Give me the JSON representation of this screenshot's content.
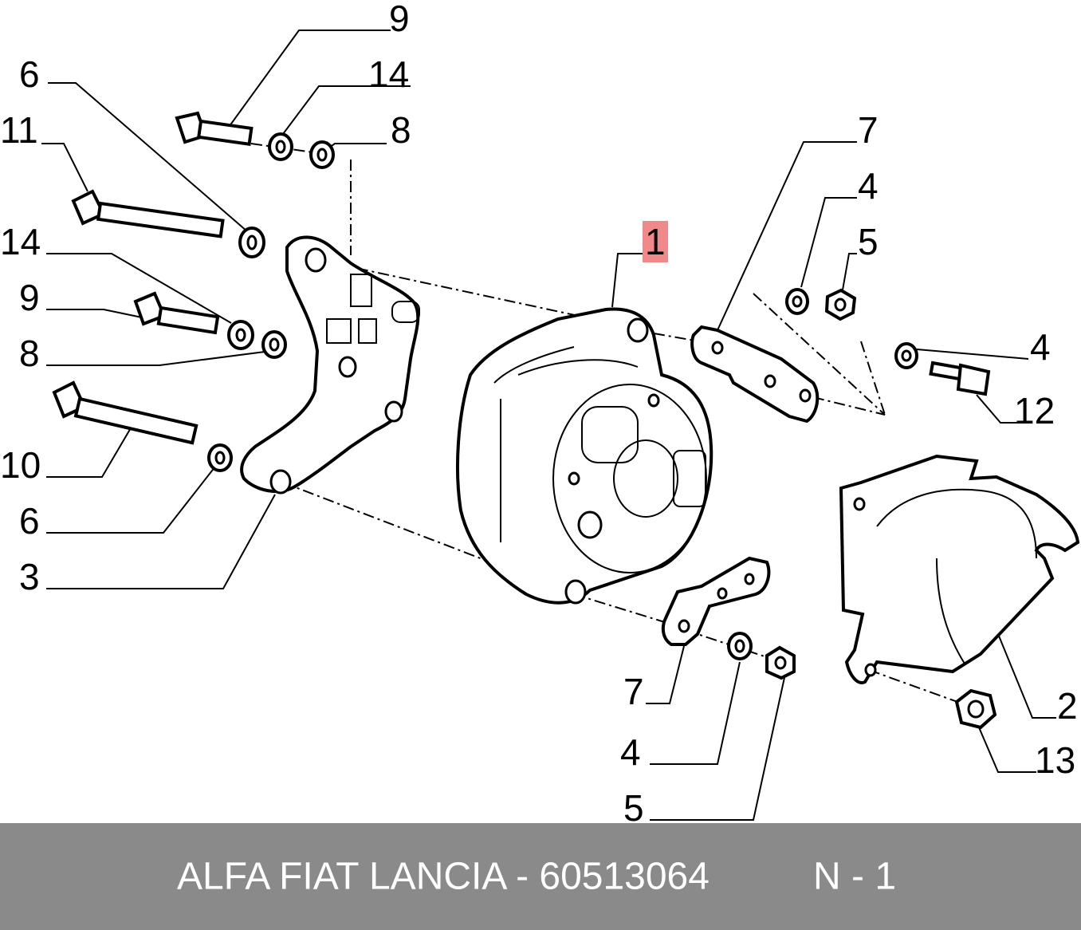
{
  "diagram": {
    "labels": {
      "l9_top": "9",
      "l6_top": "6",
      "l14_top": "14",
      "l11": "11",
      "l8_top": "8",
      "l14_mid": "14",
      "l9_mid": "9",
      "l8_mid": "8",
      "l10": "10",
      "l6_low": "6",
      "l3": "3",
      "l1": "1",
      "l7_top": "7",
      "l4_top": "4",
      "l5_top": "5",
      "l4_right": "4",
      "l12": "12",
      "l2": "2",
      "l13": "13",
      "l7_low": "7",
      "l4_low": "4",
      "l5_low": "5"
    },
    "highlight_color": "#f08a8a"
  },
  "footer": {
    "brand_part": "ALFA FIAT LANCIA - 60513064",
    "page_code": "N - 1",
    "background": "#8a8a8a",
    "text_color": "#ffffff"
  }
}
